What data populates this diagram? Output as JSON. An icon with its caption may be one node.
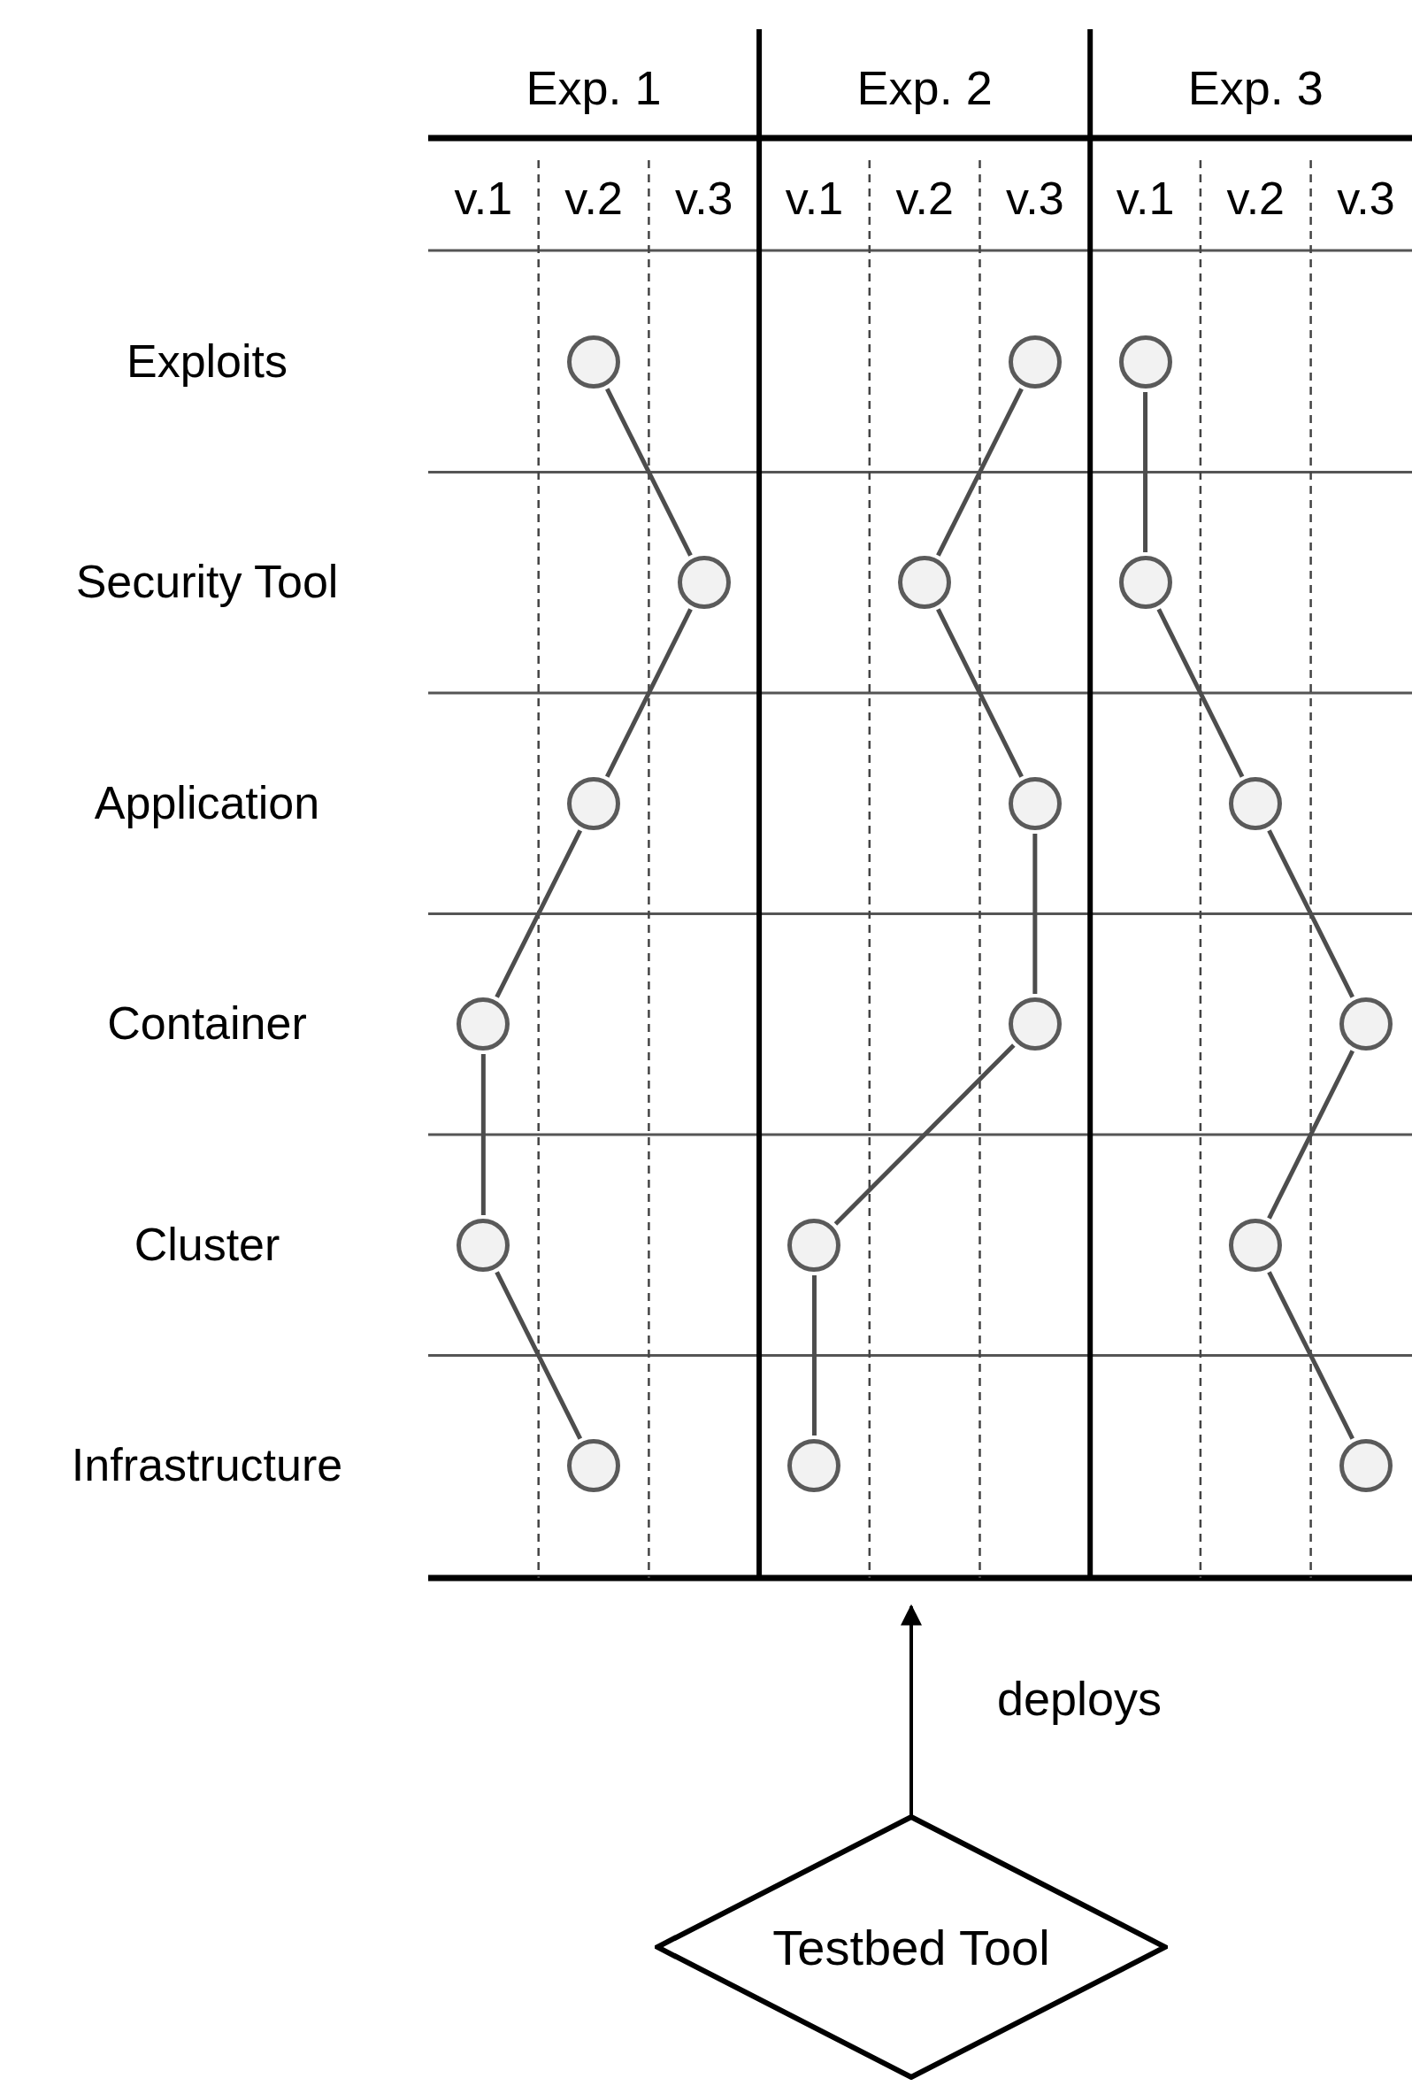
{
  "diagram": {
    "nodes": [
      {
        "text": [],
        "shape": "circle"
      },
      {
        "text": [],
        "shape": "circle"
      },
      {
        "text": [],
        "shape": "circle"
      },
      {
        "text": [],
        "shape": "circle"
      },
      {
        "text": [],
        "shape": "circle"
      },
      {
        "text": [],
        "shape": "circle"
      },
      {
        "text": [],
        "shape": "circle"
      },
      {
        "text": [],
        "shape": "circle"
      },
      {
        "text": [],
        "shape": "circle"
      },
      {
        "text": [],
        "shape": "circle"
      },
      {
        "text": [],
        "shape": "circle"
      },
      {
        "text": [],
        "shape": "circle"
      },
      {
        "text": [],
        "shape": "circle"
      },
      {
        "text": [],
        "shape": "circle"
      },
      {
        "text": [],
        "shape": "circle"
      },
      {
        "text": [],
        "shape": "circle"
      },
      {
        "text": [],
        "shape": "circle"
      },
      {
        "text": [],
        "shape": "circle"
      },
      {
        "text": [
          "Testbed Tool"
        ]
      }
    ],
    "edges": [
      {
        "from": 0,
        "to": 1,
        "arrow": "none"
      },
      {
        "from": 1,
        "to": 2,
        "arrow": "none"
      },
      {
        "from": 2,
        "to": 3,
        "arrow": "none"
      },
      {
        "from": 3,
        "to": 4,
        "arrow": "none"
      },
      {
        "from": 4,
        "to": 5,
        "arrow": "none"
      },
      {
        "from": 6,
        "to": 7,
        "arrow": "none"
      },
      {
        "from": 7,
        "to": 8,
        "arrow": "none"
      },
      {
        "from": 8,
        "to": 9,
        "arrow": "none"
      },
      {
        "from": 9,
        "to": 10,
        "arrow": "none"
      },
      {
        "from": 10,
        "to": 11,
        "arrow": "none"
      },
      {
        "from": 12,
        "to": 13,
        "arrow": "none"
      },
      {
        "from": 13,
        "to": 14,
        "arrow": "none"
      },
      {
        "from": 14,
        "to": 15,
        "arrow": "none"
      },
      {
        "from": 15,
        "to": 16,
        "arrow": "none"
      },
      {
        "from": 16,
        "to": 17,
        "arrow": "none"
      },
      {
        "from": 18,
        "to": null,
        "arrow": "to",
        "label": "deploys"
      }
    ],
    "labels": [
      "Exp. 1",
      "Exp. 2",
      "Exp. 3",
      "v.1",
      "v.2",
      "v.3",
      "v.1",
      "v.2",
      "v.3",
      "v.1",
      "v.2",
      "v.3",
      "Exploits",
      "Security Tool",
      "Application",
      "Container",
      "Cluster",
      "Infrastructure"
    ]
  }
}
